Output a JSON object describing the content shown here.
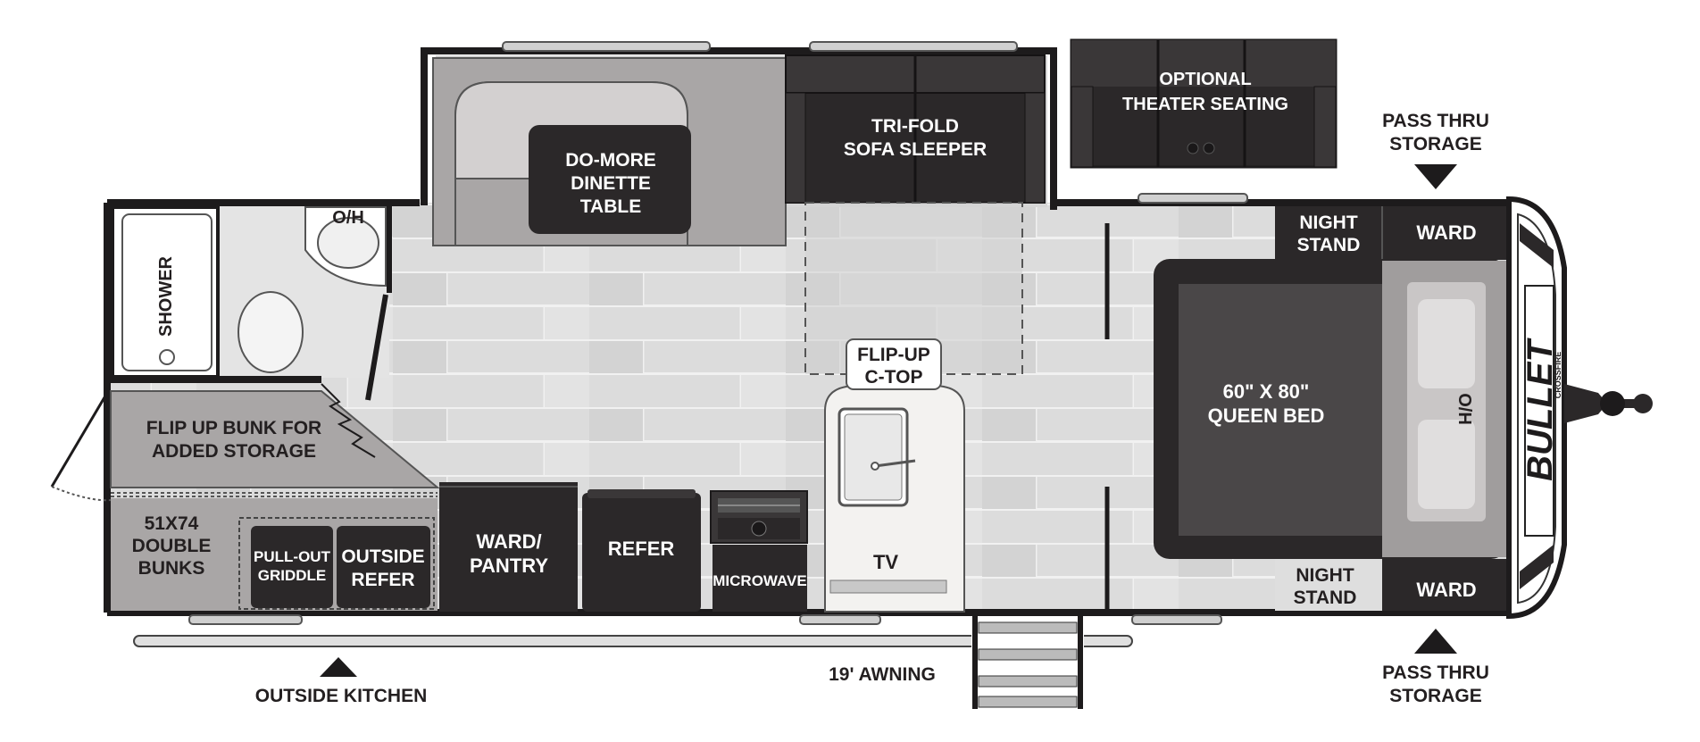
{
  "colors": {
    "dark": "#2b2829",
    "wall": "#1d1b1c",
    "floor": "#dcdcdc",
    "plank_line": "#f2f2f2",
    "gray": "#a9a6a6",
    "light_gray": "#cfcccc",
    "mid_gray": "#8d8a8a",
    "bed_dark": "#4a4748",
    "white": "#ffffff"
  },
  "labels": {
    "optional_theater": [
      "OPTIONAL",
      "THEATER SEATING"
    ],
    "sofa": [
      "TRI-FOLD",
      "SOFA SLEEPER"
    ],
    "dinette": [
      "DO-MORE",
      "DINETTE",
      "TABLE"
    ],
    "shower": "SHOWER",
    "overhead_bath": "O/H",
    "flip_bunk": [
      "FLIP UP BUNK FOR",
      "ADDED STORAGE"
    ],
    "bunks": [
      "51X74",
      "DOUBLE",
      "BUNKS"
    ],
    "griddle": [
      "PULL-OUT",
      "GRIDDLE"
    ],
    "outside_refer": [
      "OUTSIDE",
      "REFER"
    ],
    "ward_pantry": [
      "WARD/",
      "PANTRY"
    ],
    "refer": "REFER",
    "microwave": "MICROWAVE",
    "flip_ctop": [
      "FLIP-UP",
      "C-TOP"
    ],
    "tv": "TV",
    "nightstand_top": [
      "NIGHT",
      "STAND"
    ],
    "nightstand_bottom": [
      "NIGHT",
      "STAND"
    ],
    "ward_top": "WARD",
    "ward_bottom": "WARD",
    "bed": [
      "60\" X 80\"",
      "QUEEN BED"
    ],
    "overhead_bed": "O/H",
    "pass_thru_top": [
      "PASS THRU",
      "STORAGE"
    ],
    "pass_thru_bottom": [
      "PASS THRU",
      "STORAGE"
    ],
    "outside_kitchen": "OUTSIDE KITCHEN",
    "awning": "19' AWNING",
    "brand": "BULLET",
    "brand_sub": "CROSSFIRE"
  },
  "icons": {
    "marker_top": "triangle-down-icon",
    "marker_bottom": "triangle-up-icon",
    "marker_kitchen": "triangle-up-icon"
  }
}
